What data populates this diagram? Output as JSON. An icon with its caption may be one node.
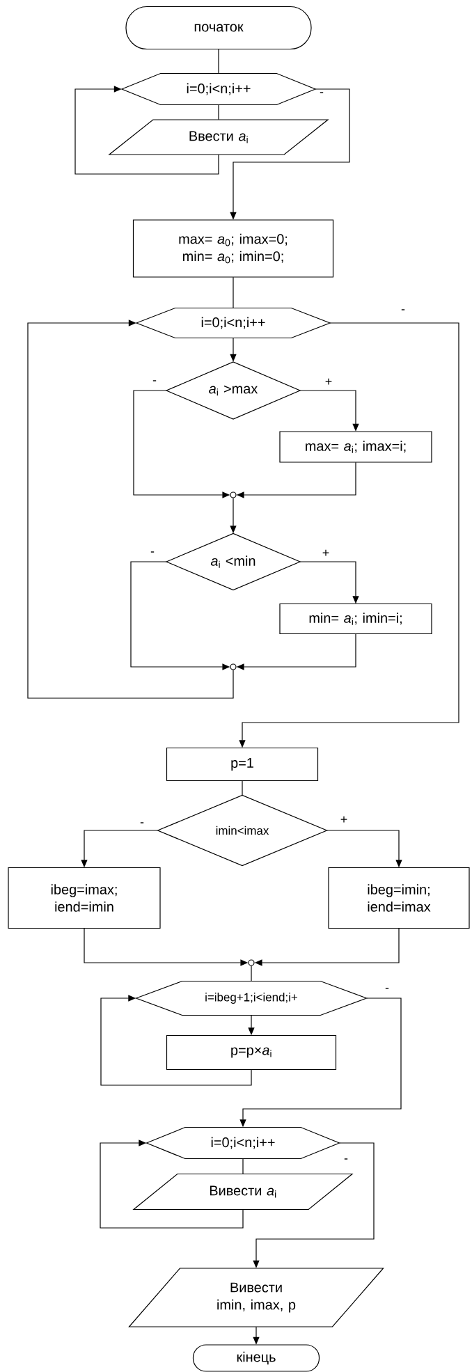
{
  "diagram": {
    "nodes": [
      {
        "text": [
          "початок"
        ]
      },
      {
        "text": [
          "i=0;i<n;i++"
        ]
      },
      {
        "text": [
          "Ввести *a*$_{i}$"
        ]
      },
      {
        "text": [
          "max= *a*$_{0}$; imax=0; min= *a*$_{0}$; imin=0;"
        ]
      },
      {
        "text": [
          "i=0;i<n;i++"
        ]
      },
      {
        "text": [
          "*a*$_{i}$ >max"
        ]
      },
      {
        "text": [
          "max= *a*$_{i}$; imax=i;"
        ]
      },
      {
        "text": [],
        "shape": "circle"
      },
      {
        "text": [
          "*a*$_{i}$ <min"
        ]
      },
      {
        "text": [
          "min= *a*$_{i}$; imin=i;"
        ]
      },
      {
        "text": [],
        "shape": "circle"
      },
      {
        "text": [
          "p=1"
        ]
      },
      {
        "text": [
          "imin<imax"
        ]
      },
      {
        "text": [
          "ibeg=imax; iend=imin"
        ]
      },
      {
        "text": [
          "ibeg=imin; iend=imax"
        ]
      },
      {
        "text": [],
        "shape": "circle"
      },
      {
        "text": [
          "i=ibeg+1;i<iend;i+"
        ]
      },
      {
        "text": [
          "p=p×*a*$_{i}$"
        ]
      },
      {
        "text": [
          "i=0;i<n;i++"
        ]
      },
      {
        "text": [
          "Вивести *a*$_{i}$"
        ]
      },
      {
        "text": [
          "Вивести imin, imax, p"
        ]
      },
      {
        "text": [
          "кінець"
        ]
      }
    ],
    "edges": [
      {
        "from": 0,
        "to": 1,
        "arrow": "none"
      },
      {
        "from": 1,
        "to": 2,
        "arrow": "none"
      },
      {
        "from": 2,
        "to": 1,
        "arrow": "to"
      },
      {
        "from": 1,
        "to": 3,
        "arrow": "to",
        "label": "-"
      },
      {
        "from": 3,
        "to": 4,
        "arrow": "none"
      },
      {
        "from": 4,
        "to": 5,
        "arrow": "to"
      },
      {
        "from": 5,
        "to": 6,
        "arrow": "to",
        "label": "+"
      },
      {
        "from": 5,
        "to": 7,
        "arrow": "to",
        "label": "-"
      },
      {
        "from": 6,
        "to": 7,
        "arrow": "to"
      },
      {
        "from": 7,
        "to": 8,
        "arrow": "to"
      },
      {
        "from": 8,
        "to": 9,
        "arrow": "to",
        "label": "+"
      },
      {
        "from": 8,
        "to": 10,
        "arrow": "to",
        "label": "-"
      },
      {
        "from": 9,
        "to": 10,
        "arrow": "to"
      },
      {
        "from": 10,
        "to": 4,
        "arrow": "to"
      },
      {
        "from": 4,
        "to": 11,
        "arrow": "to",
        "label": "-"
      },
      {
        "from": 11,
        "to": 12,
        "arrow": "none"
      },
      {
        "from": 12,
        "to": 13,
        "arrow": "to",
        "label": "-"
      },
      {
        "from": 12,
        "to": 14,
        "arrow": "to",
        "label": "+"
      },
      {
        "from": 13,
        "to": 15,
        "arrow": "to"
      },
      {
        "from": 14,
        "to": 15,
        "arrow": "to"
      },
      {
        "from": 15,
        "to": 16,
        "arrow": "none"
      },
      {
        "from": 16,
        "to": 17,
        "arrow": "to"
      },
      {
        "from": 17,
        "to": 16,
        "arrow": "to"
      },
      {
        "from": 16,
        "to": 18,
        "arrow": "to",
        "label": "-"
      },
      {
        "from": 18,
        "to": 19,
        "arrow": "none"
      },
      {
        "from": 19,
        "to": 18,
        "arrow": "to"
      },
      {
        "from": 18,
        "to": 20,
        "arrow": "to",
        "label": "-"
      },
      {
        "from": 20,
        "to": 21,
        "arrow": "to"
      }
    ]
  }
}
